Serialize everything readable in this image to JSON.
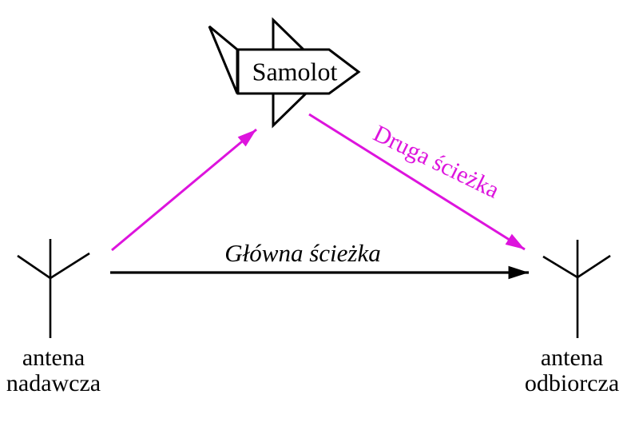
{
  "colors": {
    "background": "#FFFFFF",
    "black": "#000000",
    "magenta": "#DD14DD"
  },
  "airplane": {
    "label": "Samolot"
  },
  "paths": {
    "main": "Główna ścieżka",
    "secondary": "Druga ścieżka"
  },
  "antennas": {
    "transmitting": {
      "line1": "antena",
      "line2": "nadawcza"
    },
    "receiving": {
      "line1": "antena",
      "line2": "odbiorcza"
    }
  }
}
